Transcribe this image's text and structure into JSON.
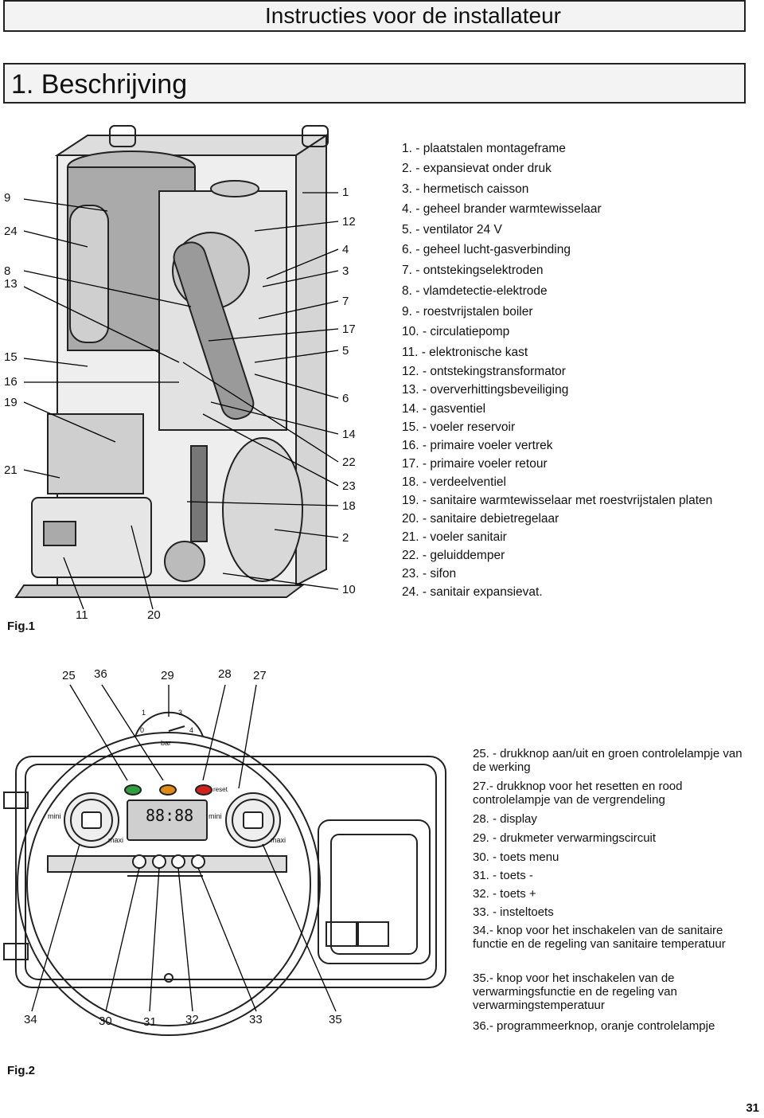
{
  "page": {
    "header_title": "Instructies voor de installateur",
    "section_title": "1. Beschrijving",
    "page_number": "31"
  },
  "figure1": {
    "label": "Fig.1",
    "callouts_left": [
      "9",
      "24",
      "8",
      "13",
      "15",
      "16",
      "19",
      "21"
    ],
    "callouts_right": [
      "1",
      "12",
      "4",
      "3",
      "7",
      "17",
      "5",
      "6",
      "14",
      "22",
      "23",
      "18",
      "2",
      "10"
    ],
    "callouts_bottom": [
      "11",
      "20"
    ],
    "legend": [
      "1. - plaatstalen montageframe",
      "2. - expansievat onder druk",
      "3. - hermetisch caisson",
      "4. - geheel brander warmtewisselaar",
      "5. - ventilator 24 V",
      "6. - geheel lucht-gasverbinding",
      "7. - ontstekingselektroden",
      "8. - vlamdetectie-elektrode",
      "9. - roestvrijstalen boiler",
      "10. - circulatiepomp",
      "11. - elektronische kast",
      "12. - ontstekingstransformator",
      "13. - oververhittingsbeveiliging",
      "14. - gasventiel",
      "15. - voeler reservoir",
      "16. - primaire voeler vertrek",
      "17. - primaire voeler retour",
      "18. - verdeelventiel",
      "19. - sanitaire warmtewisselaar met roestvrijstalen platen",
      "20. - sanitaire debietregelaar",
      "21. - voeler sanitair",
      "22. - geluiddemper",
      "23. - sifon",
      "24. - sanitair expansievat."
    ]
  },
  "figure2": {
    "label": "Fig.2",
    "callouts_top": [
      "25",
      "36",
      "29",
      "28",
      "27"
    ],
    "callouts_bottom": [
      "34",
      "30",
      "31",
      "32",
      "33",
      "35"
    ],
    "gauge": {
      "unit": "bar",
      "ticks": [
        "0",
        "1",
        "3",
        "4"
      ]
    },
    "panel": {
      "reset_label": "reset",
      "display_text": "88:88",
      "min_label": "mini",
      "max_label": "maxi"
    },
    "legend": [
      "25. - drukknop aan/uit en groen controlelampje van de werking",
      "27.- drukknop voor het resetten en rood controlelampje van de vergrendeling",
      "28. - display",
      "29. - drukmeter verwarmingscircuit",
      "30. - toets menu",
      "31. - toets -",
      "32. - toets +",
      "33. - insteltoets",
      "34.- knop voor het inschakelen van de sanitaire functie en de regeling van sanitaire temperatuur",
      "35.- knop voor het inschakelen van de verwarmingsfunctie en de regeling van verwarmingstemperatuur",
      "36.- programmeerknop, oranje controlelampje"
    ]
  }
}
